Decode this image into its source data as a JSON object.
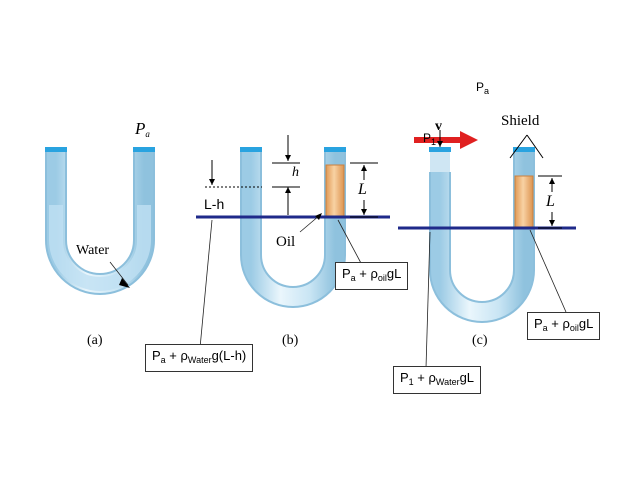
{
  "labels": {
    "pa_top": {
      "main": "P",
      "sub": "a"
    },
    "pa_a": {
      "main": "P",
      "sub": "a"
    },
    "water": "Water",
    "oil": "Oil",
    "lh": "L-h",
    "h": "h",
    "L_b": "L",
    "L_c": "L",
    "v": "v",
    "p1": {
      "main": "P",
      "sub": "1"
    },
    "shield": "Shield",
    "fig_a": "(a)",
    "fig_b": "(b)",
    "fig_c": "(c)"
  },
  "boxes": {
    "oil_b": {
      "p": "P",
      "p_sub": "a",
      "plus": " + ρ",
      "rho_sub": "oil",
      "rest": "gL"
    },
    "water_b": {
      "p": "P",
      "p_sub": "a",
      "plus": " + ρ",
      "rho_sub": "Water",
      "rest": "g(L-h)"
    },
    "oil_c": {
      "p": "P",
      "p_sub": "a",
      "plus": " + ρ",
      "rho_sub": "oil",
      "rest": "gL"
    },
    "water_c": {
      "p": "P",
      "p_sub": "1",
      "plus": " + ρ",
      "rho_sub": "Water",
      "rest": "gL"
    }
  },
  "colors": {
    "tube_light": "#e3f2fa",
    "tube_mid": "#b9dcef",
    "tube_edge": "#8cbfdc",
    "cap": "#29a3e0",
    "oil": "#f0b878",
    "line": "#1f2a8a",
    "arrow": "#e02020"
  }
}
